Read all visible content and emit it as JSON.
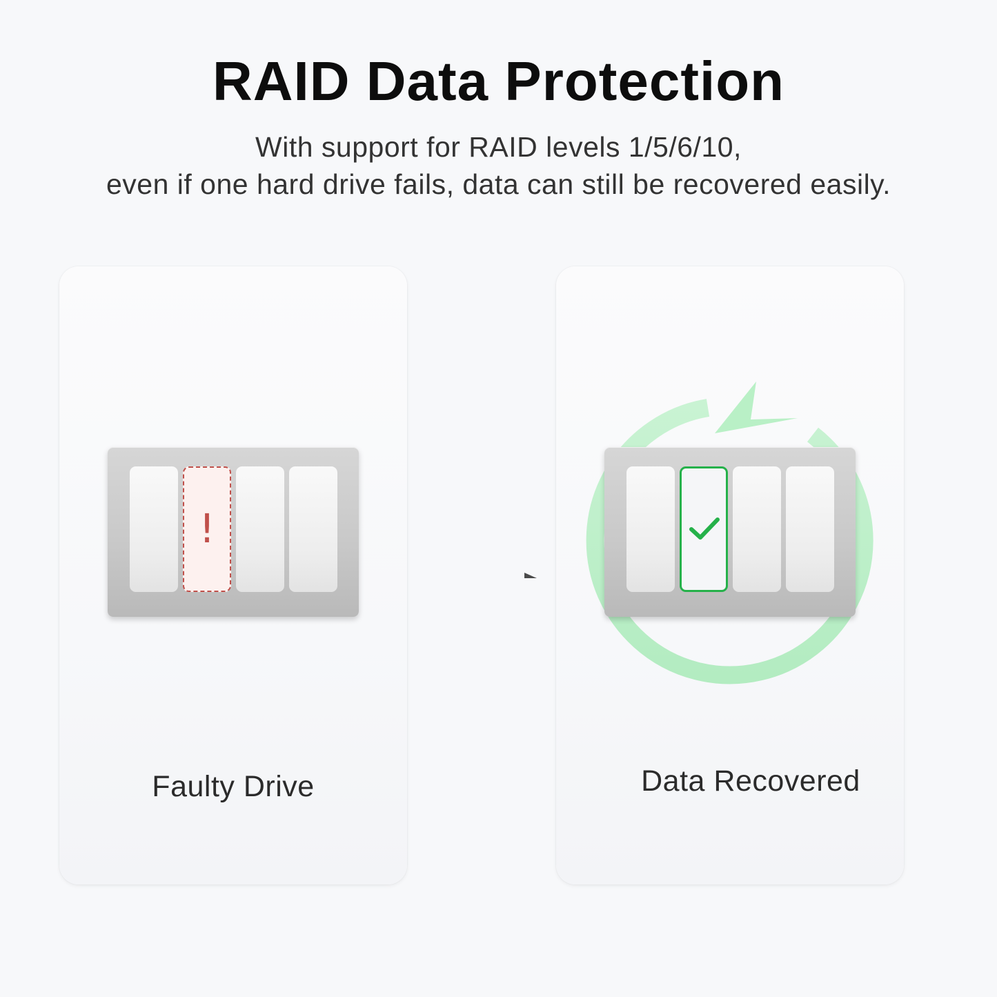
{
  "header": {
    "title": "RAID Data Protection",
    "subtitle_line1": "With support for RAID levels 1/5/6/10,",
    "subtitle_line2": "even if one hard drive fails, data can still be recovered easily."
  },
  "panels": [
    {
      "label": "Faulty Drive",
      "bays": 4,
      "highlight_bay": 2,
      "status": "faulty",
      "status_icon": "exclamation-icon",
      "status_glyph": "!",
      "status_color": "#c0504a"
    },
    {
      "label": "Data Recovered",
      "bays": 4,
      "highlight_bay": 2,
      "status": "recovered",
      "status_icon": "checkmark-icon",
      "status_color": "#25b14a",
      "ring_color": "#b9f0c6"
    }
  ],
  "connector": {
    "icon": "dashed-arrow-icon",
    "color": "#7a7a7a"
  }
}
